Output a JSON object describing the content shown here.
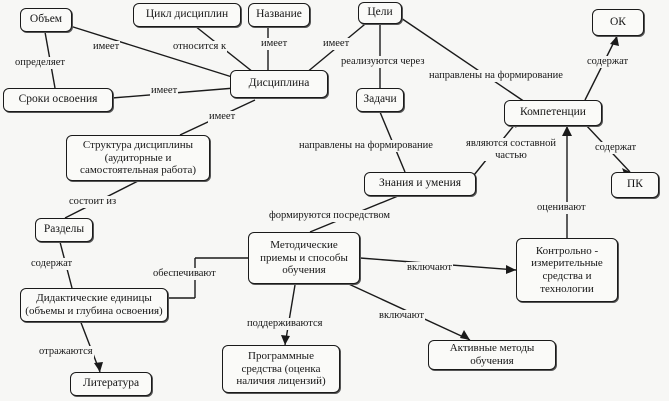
{
  "nodes": {
    "obem": "Объем",
    "cikl": "Цикл дисциплин",
    "nazvanie": "Название",
    "celi": "Цели",
    "ok": "ОК",
    "distsiplina": "Дисциплина",
    "sroki": "Сроки освоения",
    "zadachi": "Задачи",
    "kompetentsii": "Компетенции",
    "struktura": "Структура дисциплины (аудиторные и самостоятельная работа)",
    "znaniya": "Знания и умения",
    "pk": "ПК",
    "razdely": "Разделы",
    "metody": "Методические приемы и способы обучения",
    "kontrol": "Контрольно - измерительные средства и технологии",
    "didakticheskie": "Дидактические единицы (объемы и глубина освоения)",
    "literatura": "Литература",
    "programmnye": "Программные средства (оценка наличия лицензий)",
    "aktivnye": "Активные методы обучения"
  },
  "edge_labels": {
    "imeet_obem": "имеет",
    "otnositsya": "относится к",
    "imeet_nazv": "имеет",
    "imeet_celi": "имеет",
    "opredelyaet": "определяет",
    "imeet_sroki": "имеет",
    "imeet_strukt": "имеет",
    "realizuyutsya": "реализуются через",
    "napravleny_komp": "направлены на формирование",
    "soderzhat_ok": "содержат",
    "napravleny_zn": "направлены на формирование",
    "yavlyayutsya": "являются составной частью",
    "soderzhat_pk": "содержат",
    "sostoit": "состоит из",
    "formiruyutsya": "формируются посредством",
    "otsenivayut": "оценивают",
    "soderzhat_raz": "содержат",
    "obespechivayut": "обеспечивают",
    "vklyuchayut_k": "включают",
    "podderzhivayutsya": "поддерживаются",
    "vklyuchayut_a": "включают",
    "otrazhayutsya": "отражаются"
  }
}
